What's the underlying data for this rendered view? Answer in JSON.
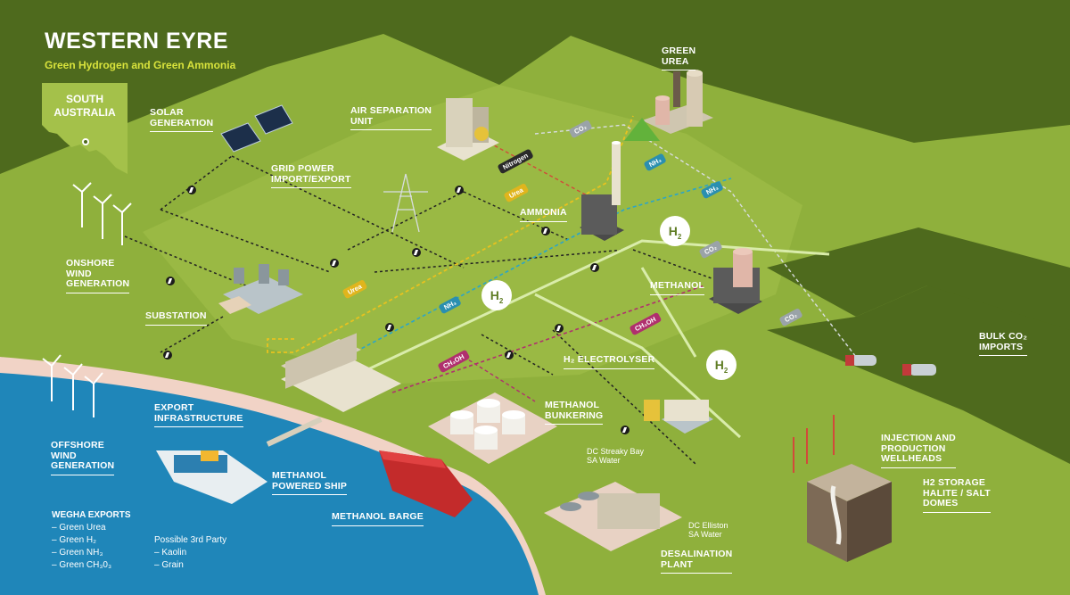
{
  "header": {
    "title": "WESTERN EYRE",
    "subtitle": "Green Hydrogen and Green Ammonia",
    "state_label": "SOUTH\nAUSTRALIA"
  },
  "labels": {
    "solar": "SOLAR\nGENERATION",
    "air_separation": "AIR SEPARATION\nUNIT",
    "green_urea": "GREEN\nUREA",
    "grid_power": "GRID POWER\nIMPORT/EXPORT",
    "onshore_wind": "ONSHORE\nWIND\nGENERATION",
    "ammonia": "AMMONIA",
    "substation": "SUBSTATION",
    "methanol": "METHANOL",
    "bulk_co2": "BULK CO₂\nIMPORTS",
    "h2_electrolyser": "H₂ ELECTROLYSER",
    "export_infrastructure": "EXPORT\nINFRASTRUCTURE",
    "methanol_bunkering": "METHANOL\nBUNKERING",
    "injection_wellheads": "INJECTION AND\nPRODUCTION\nWELLHEADS",
    "offshore_wind": "OFFSHORE\nWIND\nGENERATION",
    "methanol_ship": "METHANOL\nPOWERED SHIP",
    "h2_storage": "H2 STORAGE\nHALITE / SALT\nDOMES",
    "methanol_barge": "METHANOL BARGE",
    "desalination": "DESALINATION\nPLANT",
    "dc_streaky_bay": "DC Streaky Bay\nSA Water",
    "dc_elliston": "DC Elliston\nSA Water"
  },
  "flow_tags": {
    "nitrogen": "Nitrogen",
    "urea_1": "Urea",
    "urea_2": "Urea",
    "co2_1": "CO₂",
    "co2_2": "CO₂",
    "co2_3": "CO₂",
    "nh3_1": "NH₃",
    "nh3_2": "NH₃",
    "nh3_3": "NH₃",
    "ch3oh_1": "CH₃OH",
    "ch3oh_2": "CH₃OH",
    "h2_text": "H",
    "h2_sub": "2"
  },
  "exports": {
    "heading": "WEGHA EXPORTS",
    "items": [
      "– Green Urea",
      "– Green H₂",
      "– Green NH₃",
      "– Green CH₃0₃"
    ],
    "third_party_heading": "Possible 3rd Party",
    "third_party_items": [
      "– Kaolin",
      "– Grain"
    ]
  },
  "colors": {
    "background": "#4e6a1d",
    "land": "#8fb03c",
    "sea": "#1f86b9",
    "accent_yellow": "#d8e23c",
    "nitrogen_tag": "#2a2a2a",
    "urea_tag": "#e0b51d",
    "co2_tag": "#9aa3a8",
    "nh3_tag": "#2a8fb0",
    "ch3oh_tag": "#b0306e"
  }
}
